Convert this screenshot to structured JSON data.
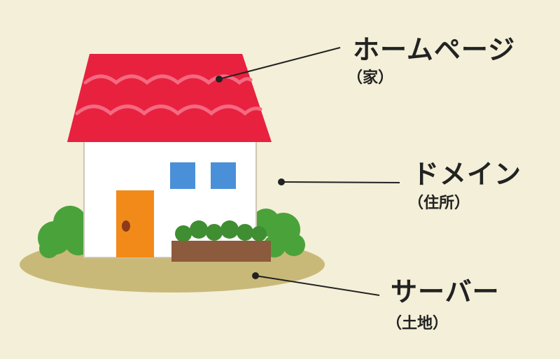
{
  "labels": {
    "homepage": {
      "title": "ホームページ",
      "subtitle": "（家）"
    },
    "domain": {
      "title": "ドメイン",
      "subtitle": "（住所）"
    },
    "server": {
      "title": "サーバー",
      "subtitle": "（土地）"
    }
  },
  "colors": {
    "background": "#f3efd8",
    "roof": "#e8213f",
    "roof_wave": "#f46a82",
    "wall": "#ffffff",
    "window": "#4a90d9",
    "door": "#f28a1a",
    "bush": "#4aa33a",
    "planter": "#8c5a3c",
    "ground": "#c9b979",
    "line": "#222222"
  }
}
